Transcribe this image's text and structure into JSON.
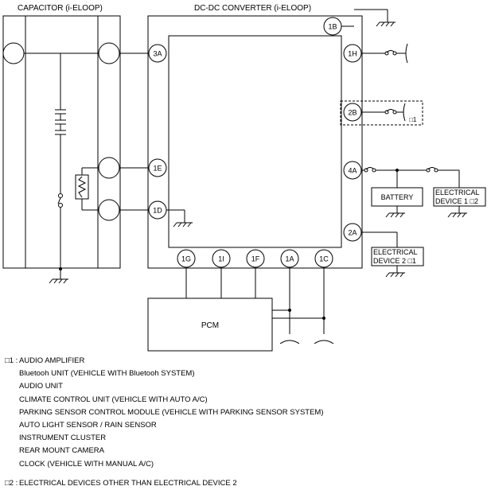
{
  "labels": {
    "capacitor_title": "CAPACITOR (i-ELOOP)",
    "converter_title": "DC-DC CONVERTER (i-ELOOP)",
    "pcm": "PCM",
    "battery": "BATTERY",
    "device1_line1": "ELECTRICAL",
    "device1_line2": "DEVICE 1 □2",
    "device2_line1": "ELECTRICAL",
    "device2_line2": "DEVICE 2 □1",
    "mark_2b": "□1"
  },
  "terminals": {
    "t3A": "3A",
    "t1E": "1E",
    "t1D": "1D",
    "t1B": "1B",
    "t1H": "1H",
    "t2B": "2B",
    "t4A": "4A",
    "t2A": "2A",
    "t1G": "1G",
    "t1I": "1I",
    "t1F": "1F",
    "t1A": "1A",
    "t1C": "1C"
  },
  "notes": {
    "note1_mark": "□1 :",
    "note1_items": [
      "AUDIO AMPLIFIER",
      "Bluetooh UNIT (VEHICLE WITH Bluetooh SYSTEM)",
      "AUDIO UNIT",
      "CLIMATE CONTROL UNIT (VEHICLE WITH AUTO A/C)",
      "PARKING SENSOR CONTROL MODULE (VEHICLE WITH PARKING SENSOR SYSTEM)",
      "AUTO LIGHT SENSOR / RAIN SENSOR",
      "INSTRUMENT CLUSTER",
      "REAR MOUNT CAMERA",
      "CLOCK (VEHICLE WITH MANUAL A/C)"
    ],
    "note2_mark": "□2 :",
    "note2_text": "ELECTRICAL DEVICES OTHER THAN ELECTRICAL DEVICE 2"
  }
}
